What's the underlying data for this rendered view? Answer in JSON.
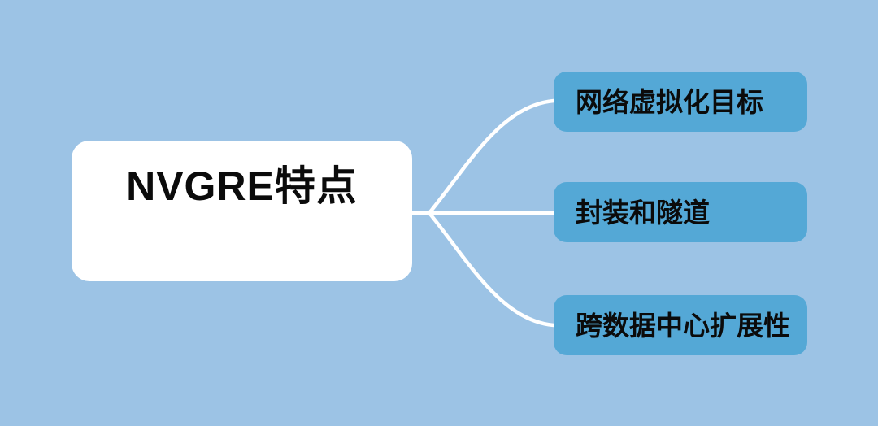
{
  "theme": {
    "background": "#9CC3E5",
    "root_fill": "#FFFFFF",
    "branch_fill": "#54A8D6",
    "connector_color": "#FFFFFF",
    "text_color": "#0B0B0B"
  },
  "mindmap": {
    "root": {
      "label": "NVGRE特点"
    },
    "branches": [
      {
        "label": "网络虚拟化目标"
      },
      {
        "label": "封装和隧道"
      },
      {
        "label": "跨数据中心扩展性"
      }
    ]
  }
}
